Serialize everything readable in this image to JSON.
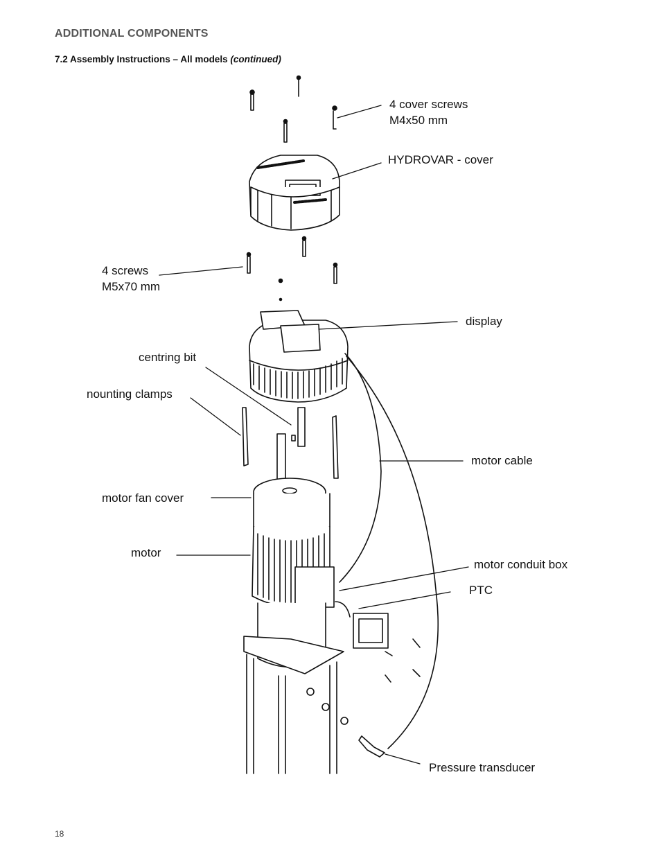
{
  "header": {
    "section_title": "ADDITIONAL COMPONENTS",
    "subsection_main": "7.2 Assembly Instructions – All models",
    "subsection_cont": "(continued)"
  },
  "labels": {
    "cover_screws_line1": "4 cover screws",
    "cover_screws_line2": "M4x50 mm",
    "hydrovar_cover": "HYDROVAR - cover",
    "screws_line1": "4 screws",
    "screws_line2": "M5x70 mm",
    "display": "display",
    "centring_bit": "centring bit",
    "mounting_clamps": "nounting clamps",
    "motor_cable": "motor cable",
    "motor_fan_cover": "motor fan cover",
    "motor": "motor",
    "motor_conduit_box": "motor conduit box",
    "ptc": "PTC",
    "pressure_transducer": "Pressure transducer"
  },
  "footer": {
    "page_number": "18"
  }
}
